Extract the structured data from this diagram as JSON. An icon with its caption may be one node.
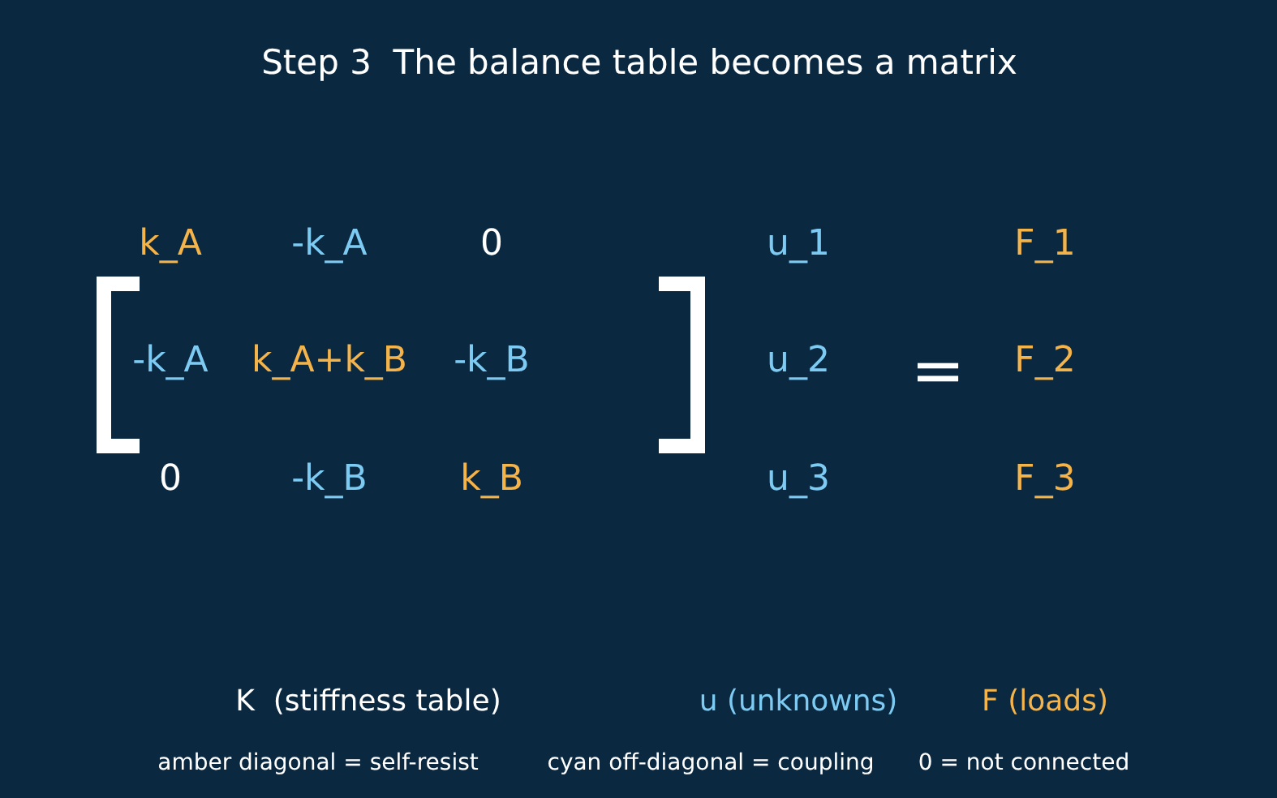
{
  "diagram": {
    "title": "Step 3  The balance table becomes a matrix",
    "labels": [
      "k_A",
      "-k_A",
      "0",
      "u_1",
      "F_1",
      "-k_A",
      "k_A+k_B",
      "-k_B",
      "u_2",
      "=",
      "F_2",
      "0",
      "-k_B",
      "k_B",
      "u_3",
      "F_3",
      "K  (stiffness table)",
      "u (unknowns)",
      "F (loads)",
      "amber diagonal = self-resist",
      "cyan off-diagonal = coupling",
      "0 = not connected"
    ]
  }
}
